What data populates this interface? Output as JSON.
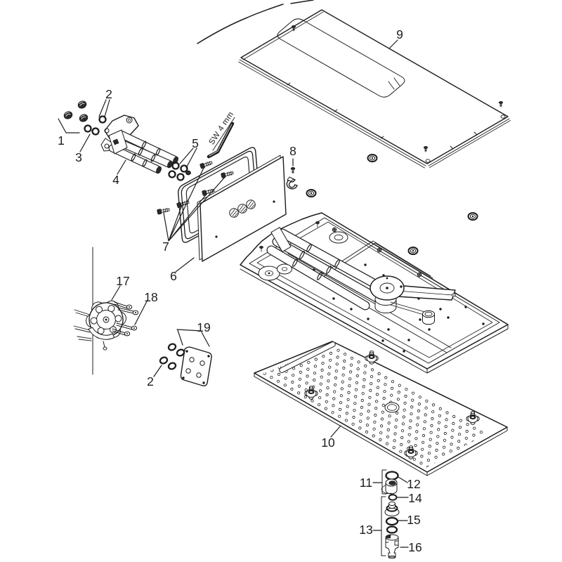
{
  "tool_note": {
    "label": "SW 4 mm"
  },
  "callouts": {
    "n1": {
      "label": "1"
    },
    "n2": {
      "label": "2"
    },
    "n3": {
      "label": "3"
    },
    "n4": {
      "label": "4"
    },
    "n5": {
      "label": "5"
    },
    "n6": {
      "label": "6"
    },
    "n7": {
      "label": "7"
    },
    "n8": {
      "label": "8"
    },
    "n9": {
      "label": "9"
    },
    "n10": {
      "label": "10"
    },
    "n11": {
      "label": "11"
    },
    "n12": {
      "label": "12"
    },
    "n13": {
      "label": "13"
    },
    "n14": {
      "label": "14"
    },
    "n15": {
      "label": "15"
    },
    "n16": {
      "label": "16"
    },
    "n17": {
      "label": "17"
    },
    "n18": {
      "label": "18"
    },
    "n19": {
      "label": "19"
    }
  },
  "colors": {
    "line": "#1c1c1c",
    "dark_fill": "#2b2b2b",
    "background": "#ffffff"
  }
}
